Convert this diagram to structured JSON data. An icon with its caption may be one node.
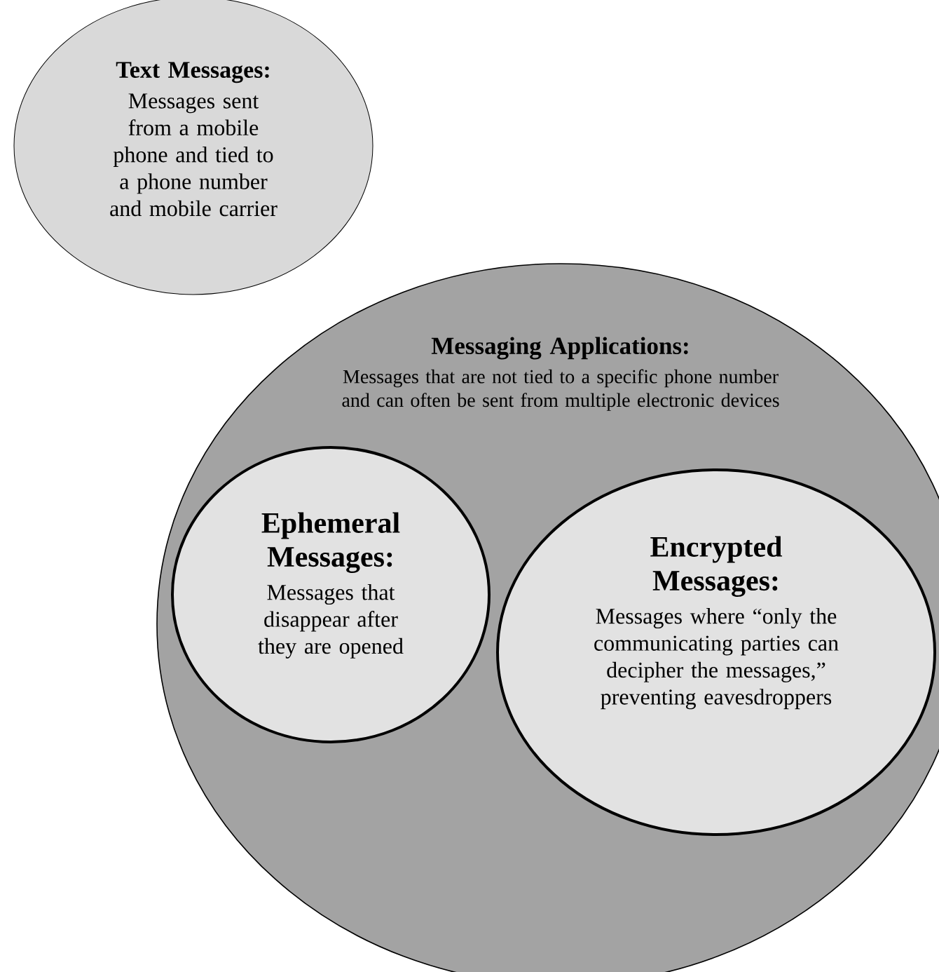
{
  "diagram": {
    "nodes": [
      {
        "text": [
          "Text Messages:",
          "Messages sent from a mobile phone and tied to a phone number and mobile carrier"
        ]
      },
      {
        "text": [
          "Messaging Applications:",
          "Messages that are not tied to a specific phone number and can often be sent from multiple electronic devices"
        ]
      },
      {
        "text": [
          "Ephemeral Messages:",
          "Messages that disappear after they are opened"
        ],
        "in": 1
      },
      {
        "text": [
          "Encrypted Messages:",
          "Messages where “only the communicating parties can decipher the messages,” preventing eavesdroppers"
        ],
        "in": 1
      }
    ]
  }
}
